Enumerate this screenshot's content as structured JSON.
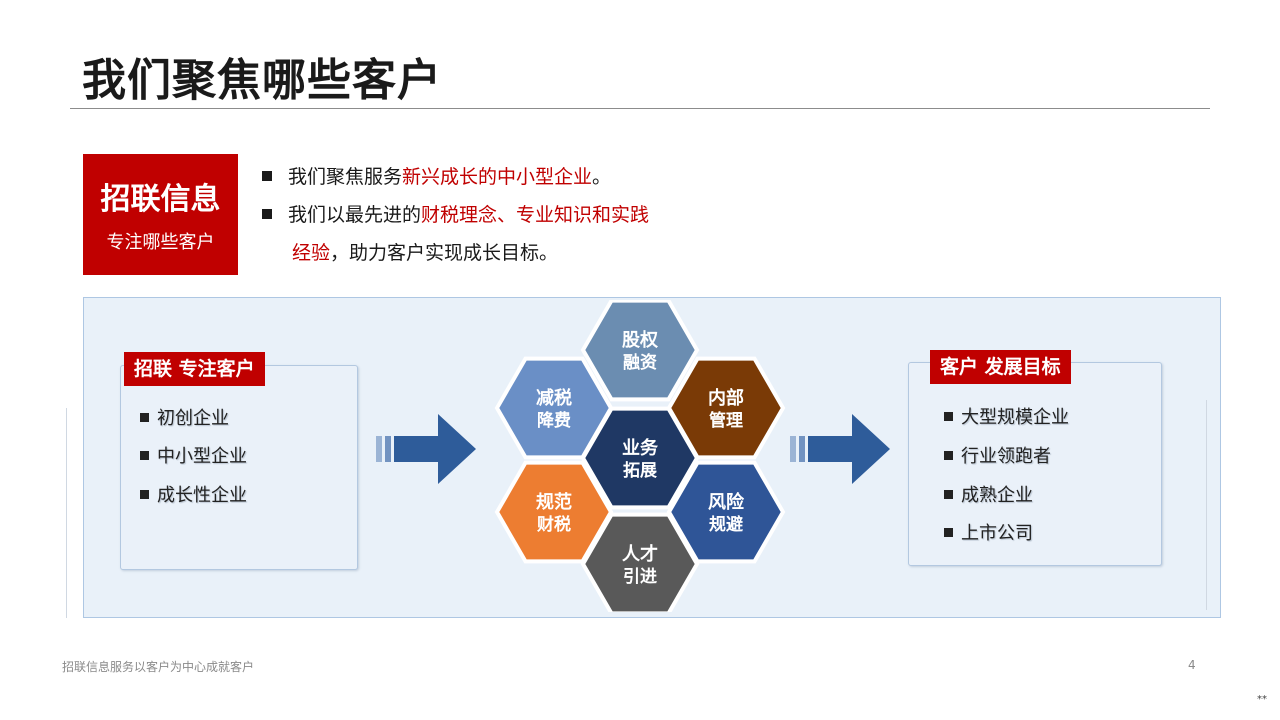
{
  "title": "我们聚焦哪些客户",
  "red_box": {
    "main": "招联信息",
    "sub": "专注哪些客户"
  },
  "bullets": {
    "line1_a": "我们聚焦服务",
    "line1_hl": "新兴成长的中小型企业",
    "line1_b": "。",
    "line2_a": "我们以最先进的",
    "line2_hl": "财税理念、专业知识和实践",
    "line3_hl": "经验",
    "line3_b": "，助力客户实现成长目标。"
  },
  "left_group": {
    "label": "招联 专注客户",
    "items": [
      "初创企业",
      "中小型企业",
      "成长性企业"
    ]
  },
  "right_group": {
    "label": "客户 发展目标",
    "items": [
      "大型规模企业",
      "行业领跑者",
      "成熟企业",
      "上市公司"
    ]
  },
  "hexagons": [
    {
      "line1": "股权",
      "line2": "融资",
      "color": "#6b8db1"
    },
    {
      "line1": "减税",
      "line2": "降费",
      "color": "#6a8fc6"
    },
    {
      "line1": "内部",
      "line2": "管理",
      "color": "#7a3a06"
    },
    {
      "line1": "业务",
      "line2": "拓展",
      "color": "#1f3864"
    },
    {
      "line1": "规范",
      "line2": "财税",
      "color": "#ed7d31"
    },
    {
      "line1": "风险",
      "line2": "规避",
      "color": "#2f5597"
    },
    {
      "line1": "人才",
      "line2": "引进",
      "color": "#595959"
    }
  ],
  "colors": {
    "brand_red": "#c00000",
    "arrow_blue": "#2e5c9a",
    "panel_bg": "#e9f1f9"
  },
  "footer": {
    "text": "招联信息服务以客户为中心成就客户",
    "page": "4",
    "corner": "**"
  }
}
